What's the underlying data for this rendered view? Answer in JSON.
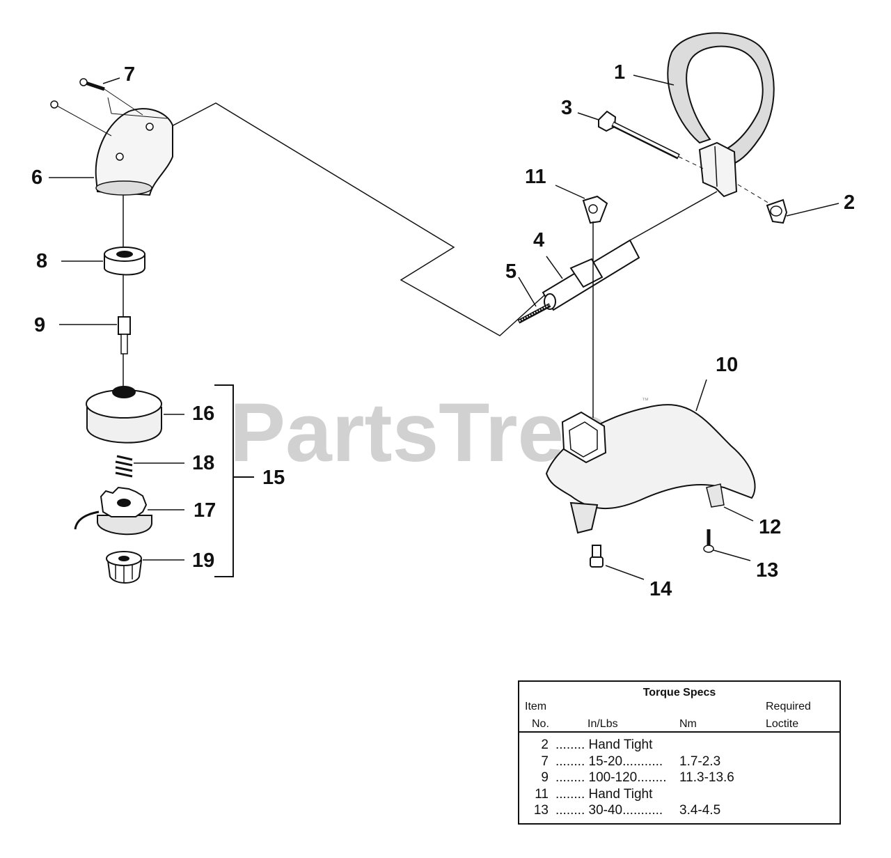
{
  "watermark": "PartsTree",
  "trademark": "™",
  "callouts": {
    "c1": "1",
    "c2": "2",
    "c3": "3",
    "c4": "4",
    "c5": "5",
    "c6": "6",
    "c7": "7",
    "c8": "8",
    "c9": "9",
    "c10": "10",
    "c11": "11",
    "c12": "12",
    "c13": "13",
    "c14": "14",
    "c15": "15",
    "c16": "16",
    "c17": "17",
    "c18": "18",
    "c19": "19"
  },
  "torque_table": {
    "title": "Torque Specs",
    "headers": {
      "item_line1": "Item",
      "item_line2": "No.",
      "inlbs": "In/Lbs",
      "nm": "Nm",
      "loctite_line1": "Required",
      "loctite_line2": "Loctite"
    },
    "rows": [
      {
        "item": "2",
        "inlbs": "........ Hand Tight",
        "nm": ""
      },
      {
        "item": "7",
        "inlbs": "........ 15-20...........",
        "nm": "1.7-2.3"
      },
      {
        "item": "9",
        "inlbs": "........ 100-120........",
        "nm": "11.3-13.6"
      },
      {
        "item": "11",
        "inlbs": "........ Hand Tight",
        "nm": ""
      },
      {
        "item": "13",
        "inlbs": "........ 30-40...........",
        "nm": "3.4-4.5"
      }
    ]
  }
}
